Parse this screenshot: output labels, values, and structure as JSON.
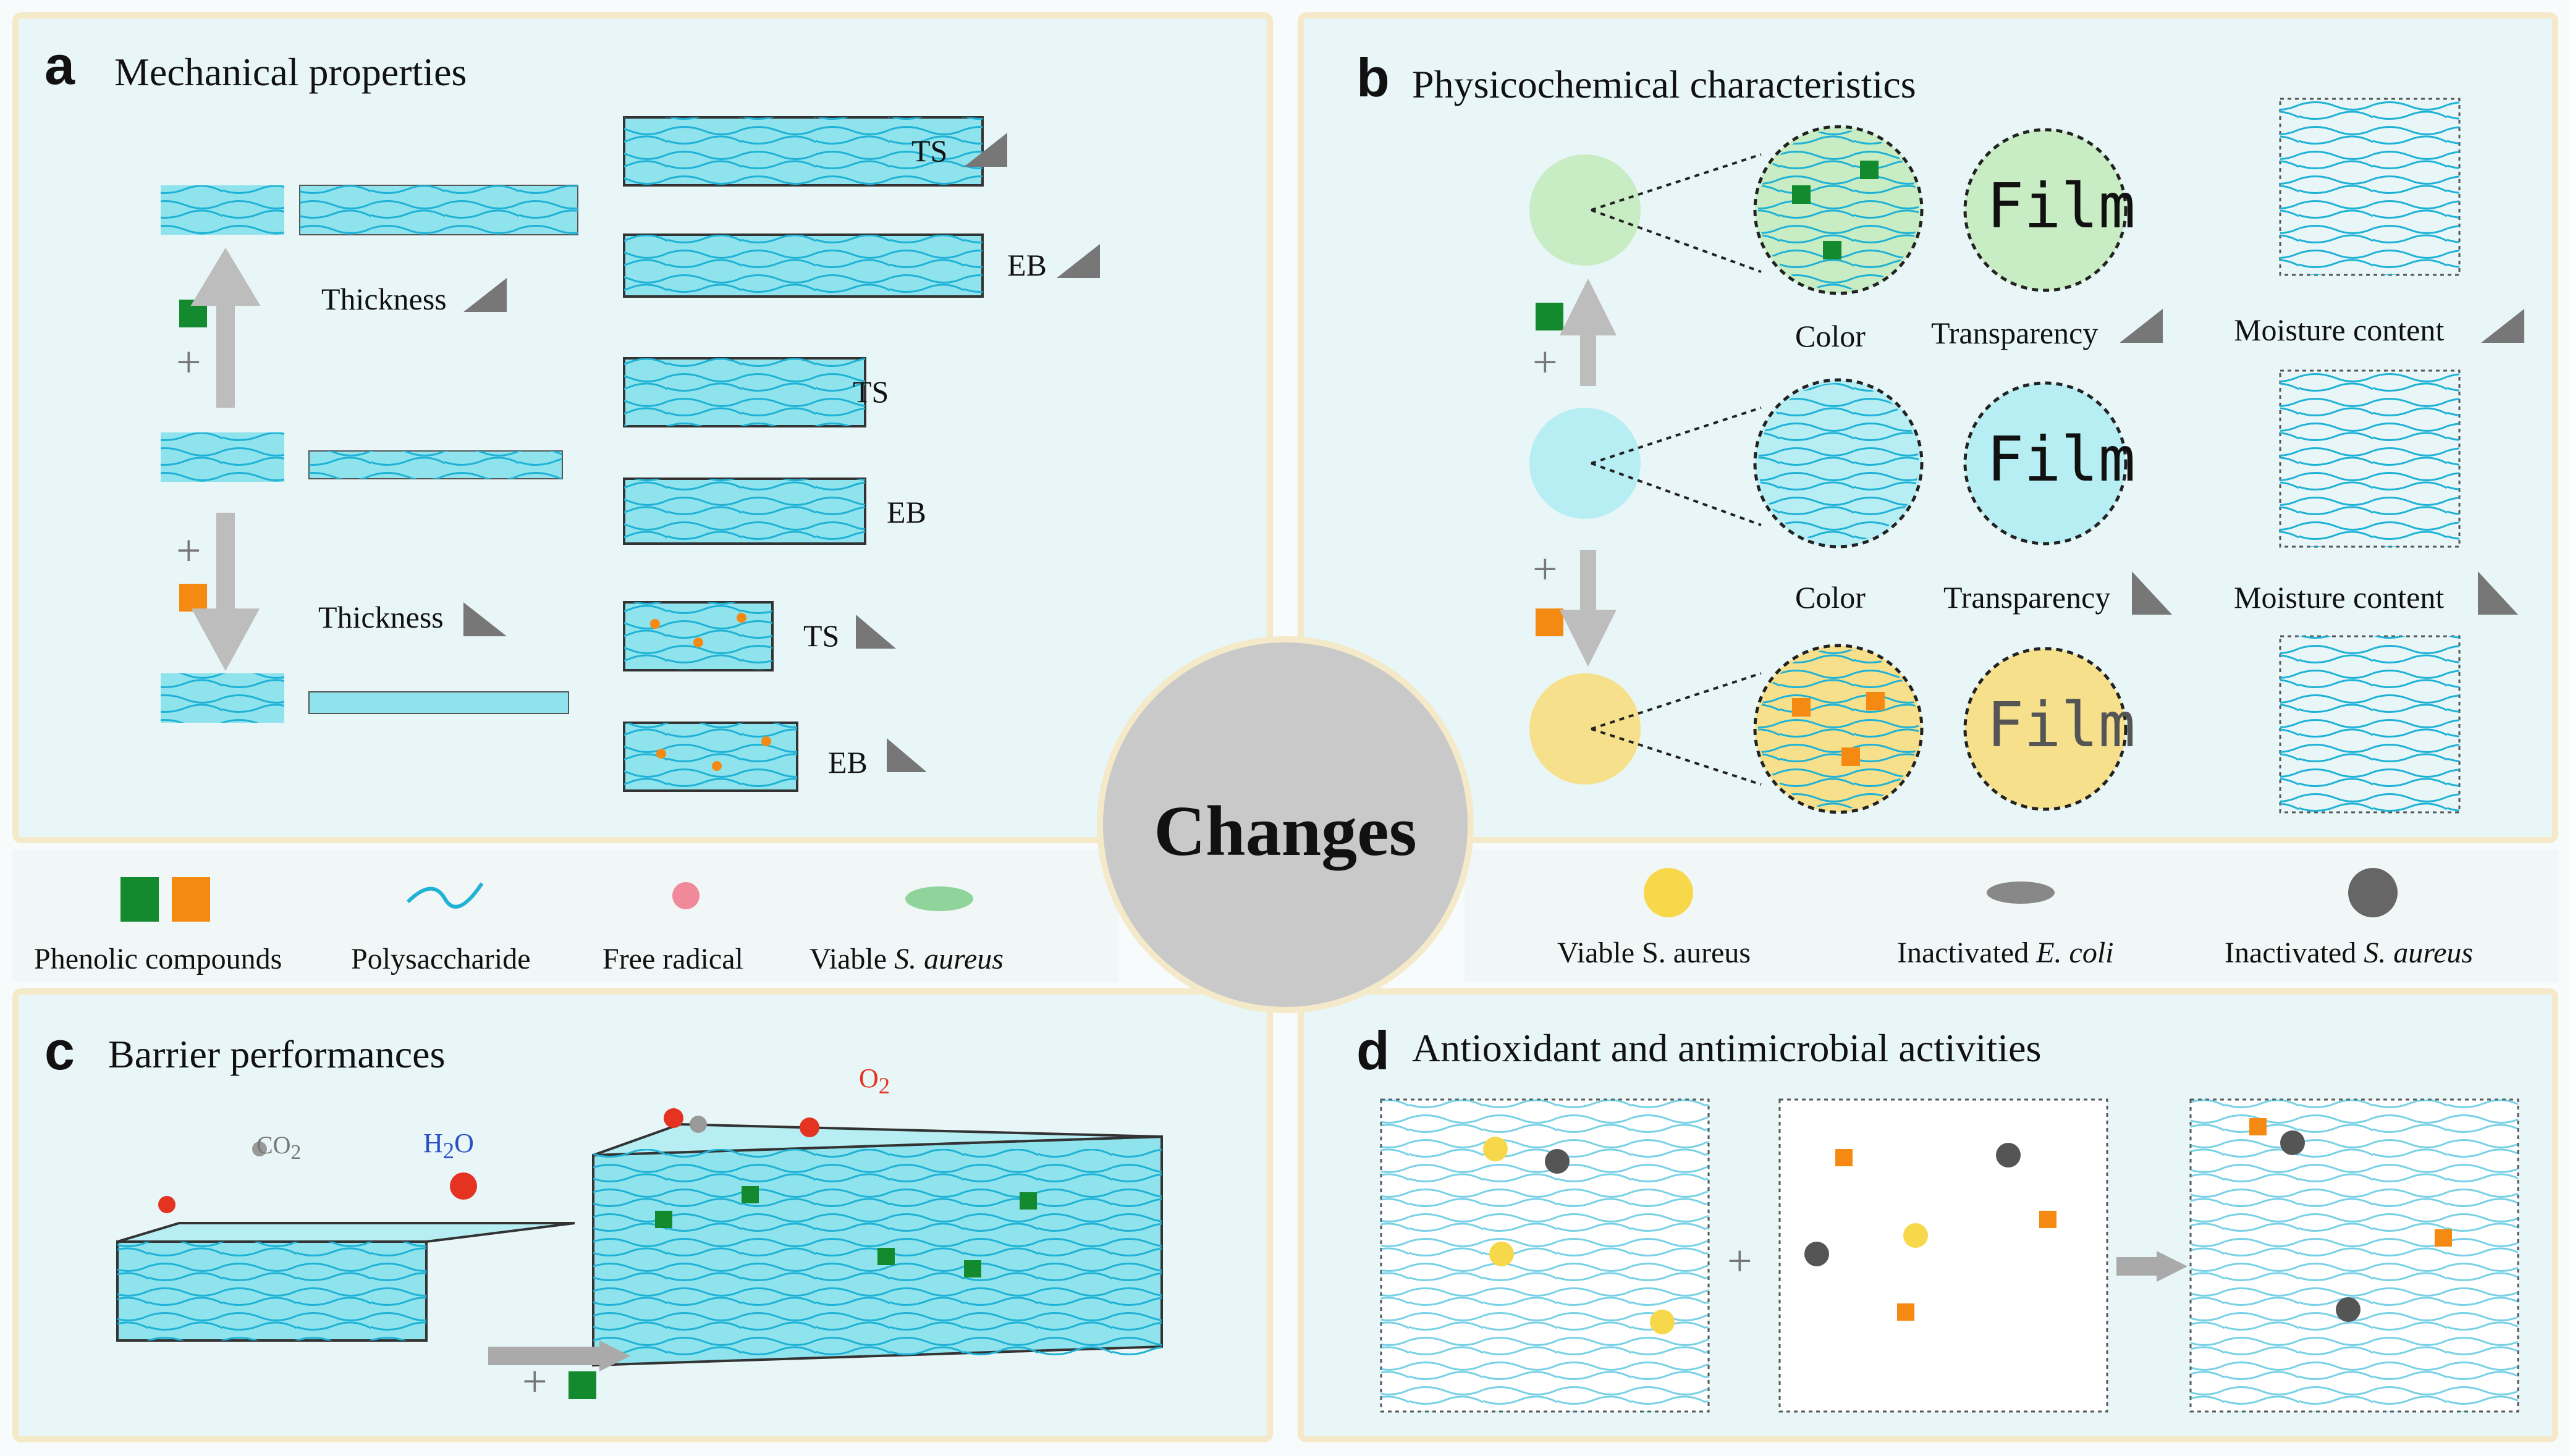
{
  "panels": {
    "a": {
      "letter": "a",
      "title": "Mechanical properties",
      "thickness1": "Thickness",
      "thickness2": "Thickness",
      "ts1": "TS",
      "eb1": "EB",
      "ts2": "TS",
      "eb2": "EB",
      "ts3": "TS",
      "eb3": "EB",
      "plus1": "+",
      "plus2": "+"
    },
    "b": {
      "letter": "b",
      "title": "Physicochemical characteristics",
      "film1": "Film",
      "film2": "Film",
      "film3": "Film",
      "color1": "Color",
      "transparency1": "Transparency",
      "moisture1": "Moisture content",
      "color2": "Color",
      "transparency2": "Transparency",
      "moisture2": "Moisture content",
      "plus1": "+",
      "plus2": "+"
    },
    "c": {
      "letter": "c",
      "title": "Barrier performances",
      "co2": "CO",
      "co2_sub": "2",
      "h2o_a": "H",
      "h2o_sub": "2",
      "h2o_b": "O",
      "o2": "O",
      "o2_sub": "2",
      "plus": "+"
    },
    "d": {
      "letter": "d",
      "title": "Antioxidant and antimicrobial activities",
      "plus": "+"
    }
  },
  "center": {
    "label": "Changes"
  },
  "legend_left": {
    "phenolic": "Phenolic compounds",
    "polysaccharide": "Polysaccharide",
    "free_radical": "Free radical",
    "viable_prefix": "Viable ",
    "viable_italic": "S. aureus"
  },
  "legend_right": {
    "viable": "Viable S. aureus",
    "inact_ecoli_prefix": "Inactivated ",
    "inact_ecoli_italic": "E. coli",
    "inact_saureus_prefix": "Inactivated ",
    "inact_saureus_italic": "S. aureus"
  },
  "colors": {
    "film": "#8fe3ec",
    "fiber": "#1fb2d6",
    "green": "#138a2e",
    "orange": "#f58a12",
    "gray_arrow": "#bdbdbd",
    "frame": "#f4e9c8",
    "circle_green": "#c8ecc3",
    "circle_blue": "#b6eef4",
    "circle_yellow": "#f7e08c"
  }
}
